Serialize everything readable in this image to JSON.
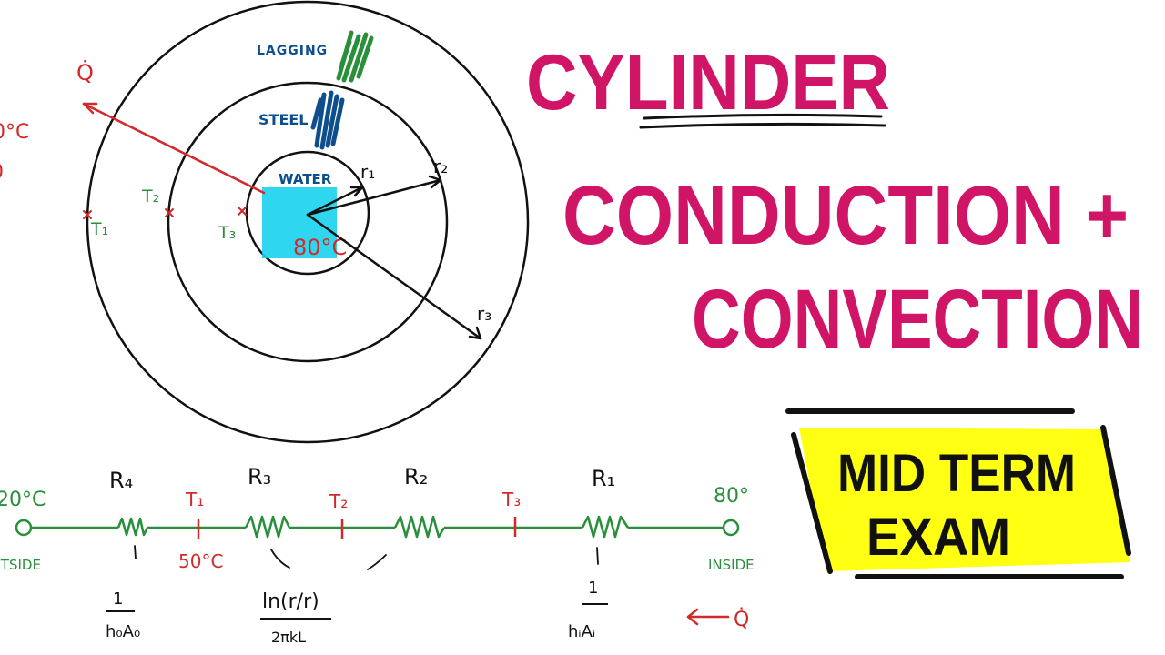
{
  "title": {
    "line1": "CYLINDER",
    "line2": "CONDUCTION +",
    "line3": "CONVECTION"
  },
  "badge": {
    "line1": "MID TERM",
    "line2": "EXAM"
  },
  "cylinder": {
    "layer_outer": "LAGGING",
    "layer_middle": "STEEL",
    "core": "WATER",
    "core_temp": "80°C",
    "radius_1": "r₁",
    "radius_2": "r₂",
    "radius_3": "r₃",
    "t1": "T₁",
    "t2": "T₂",
    "t3": "T₃",
    "heat_flow": "Q̇",
    "edge_temp_1": "0°C",
    "edge_temp_2": "0"
  },
  "circuit": {
    "left_temp": "20°C",
    "left_label": "OUTSIDE",
    "right_temp": "80°",
    "right_label": "INSIDE",
    "r4": "R₄",
    "r3": "R₃",
    "r2": "R₂",
    "r1": "R₁",
    "t1": "T₁",
    "t2": "T₂",
    "t3": "T₃",
    "t1_value": "50°C",
    "r4_formula_num": "1",
    "r4_formula_den": "h₀A₀",
    "r3_formula_num": "ln(r/r)",
    "r3_formula_den": "2πkL",
    "r1_formula_num": "1",
    "r1_formula_den": "hᵢAᵢ",
    "heat_flow": "Q̇"
  },
  "colors": {
    "title": "#d01466",
    "green": "#2a8f3a",
    "red": "#d22a2a",
    "blue": "#0d4f8c",
    "cyan": "#17d2ee",
    "yellow": "#ffff14",
    "ink": "#111111"
  }
}
